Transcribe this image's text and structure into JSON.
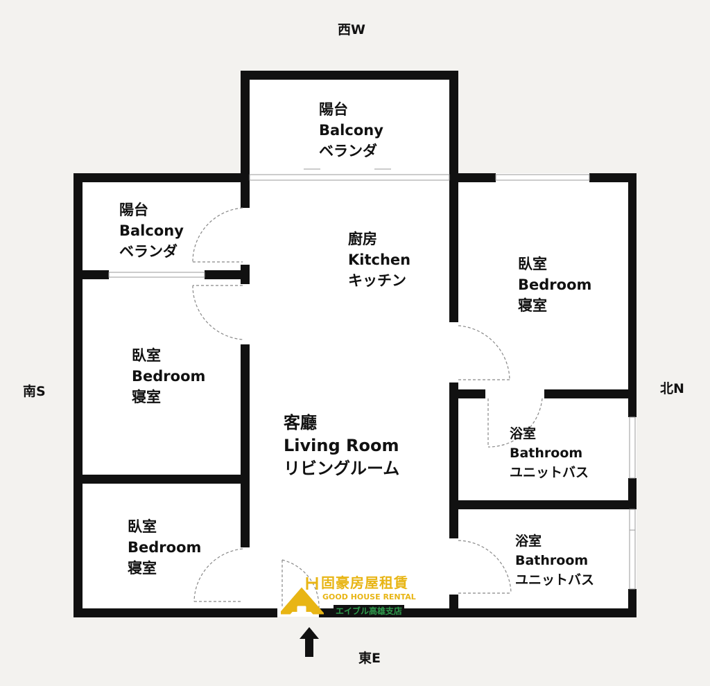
{
  "directions": {
    "west": "西W",
    "south": "南S",
    "north": "北N",
    "east": "東E"
  },
  "rooms": [
    {
      "id": "balcony-top",
      "zh": "陽台",
      "en": "Balcony",
      "jp": "ベランダ"
    },
    {
      "id": "balcony-left",
      "zh": "陽台",
      "en": "Balcony",
      "jp": "ベランダ"
    },
    {
      "id": "kitchen",
      "zh": "廚房",
      "en": "Kitchen",
      "jp": "キッチン"
    },
    {
      "id": "bedroom-right",
      "zh": "臥室",
      "en": "Bedroom",
      "jp": "寝室"
    },
    {
      "id": "bedroom-left",
      "zh": "臥室",
      "en": "Bedroom",
      "jp": "寝室"
    },
    {
      "id": "living-room",
      "zh": "客廳",
      "en": "Living Room",
      "jp": "リビングルーム"
    },
    {
      "id": "bathroom-1",
      "zh": "浴室",
      "en": "Bathroom",
      "jp": "ユニットバス"
    },
    {
      "id": "bedroom-bottom",
      "zh": "臥室",
      "en": "Bedroom",
      "jp": "寝室"
    },
    {
      "id": "bathroom-2",
      "zh": "浴室",
      "en": "Bathroom",
      "jp": "ユニットバス"
    }
  ],
  "logo": {
    "zh": "固豪房屋租賃",
    "en": "GOOD HOUSE RENTAL",
    "jp": "エイブル高雄支店"
  },
  "colors": {
    "wall": "#111111",
    "floor": "#ffffff",
    "logo_gold": "#e8b514",
    "logo_green": "#2e9c4c"
  }
}
